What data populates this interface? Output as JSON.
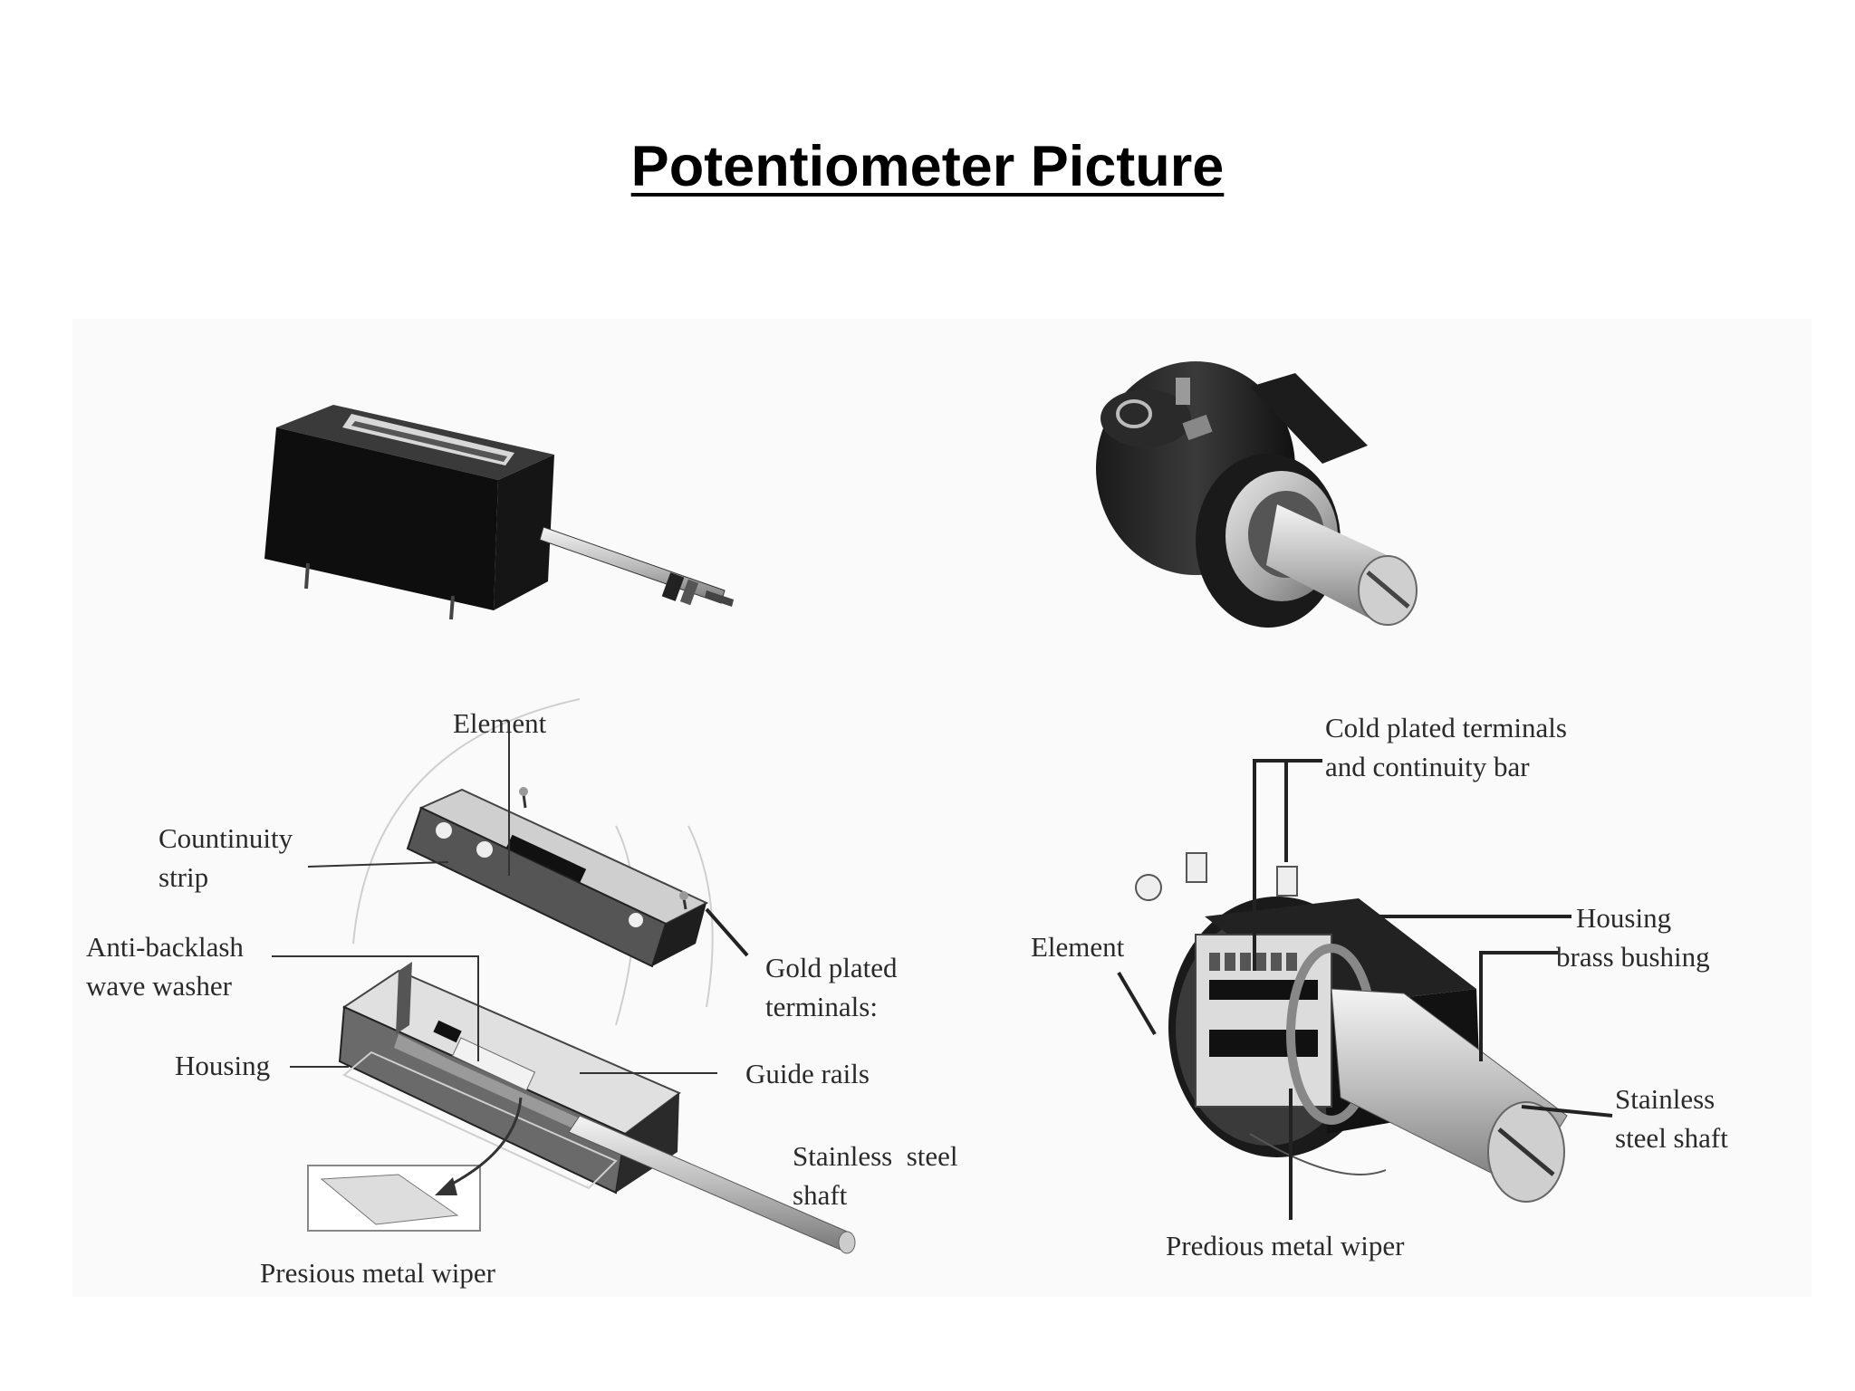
{
  "title": "Potentiometer Picture",
  "linear_pot": {
    "element": "Element",
    "continuity_strip": [
      "Countinuity",
      "strip"
    ],
    "anti_backlash": [
      "Anti-backlash",
      "wave washer"
    ],
    "housing": "Housing",
    "gold_terminals": [
      "Gold plated",
      "terminals:"
    ],
    "guide_rails": "Guide rails",
    "shaft": [
      "Stainless  steel",
      "shaft"
    ],
    "wiper": "Presious metal wiper"
  },
  "rotary_pot": {
    "terminals": [
      "Cold plated terminals",
      "and continuity bar"
    ],
    "element": "Element",
    "housing": [
      "Housing",
      "brass bushing"
    ],
    "shaft": [
      "Stainless",
      "steel shaft"
    ],
    "wiper": "Predious metal wiper"
  }
}
